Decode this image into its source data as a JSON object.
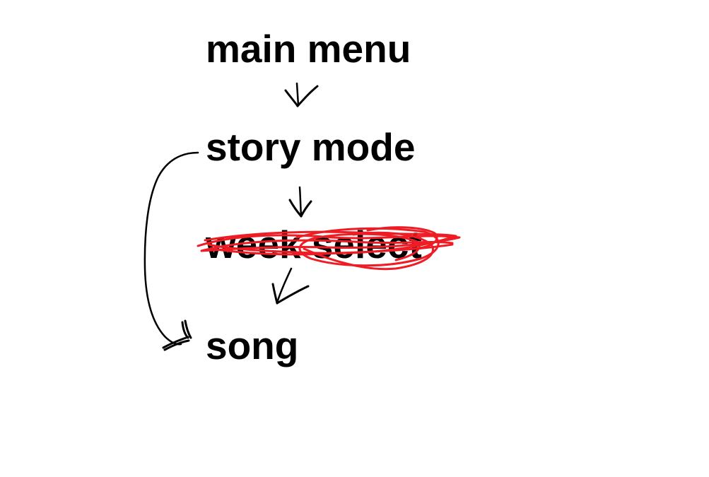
{
  "nodes": {
    "main_menu": "main menu",
    "story_mode": "story mode",
    "week_select": "week select",
    "song": "song"
  },
  "colors": {
    "background": "#ffffff",
    "ink": "#000000",
    "scribble": "#ee1c24"
  },
  "edges": [
    {
      "from": "main menu",
      "to": "story mode"
    },
    {
      "from": "story mode",
      "to": "week select",
      "crossed_out_target": true
    },
    {
      "from": "week select",
      "to": "song"
    },
    {
      "from": "story mode",
      "to": "song"
    }
  ],
  "icons": {
    "arrow": "hand-drawn-arrow-icon",
    "strikeout": "red-scribble-strikeout"
  }
}
